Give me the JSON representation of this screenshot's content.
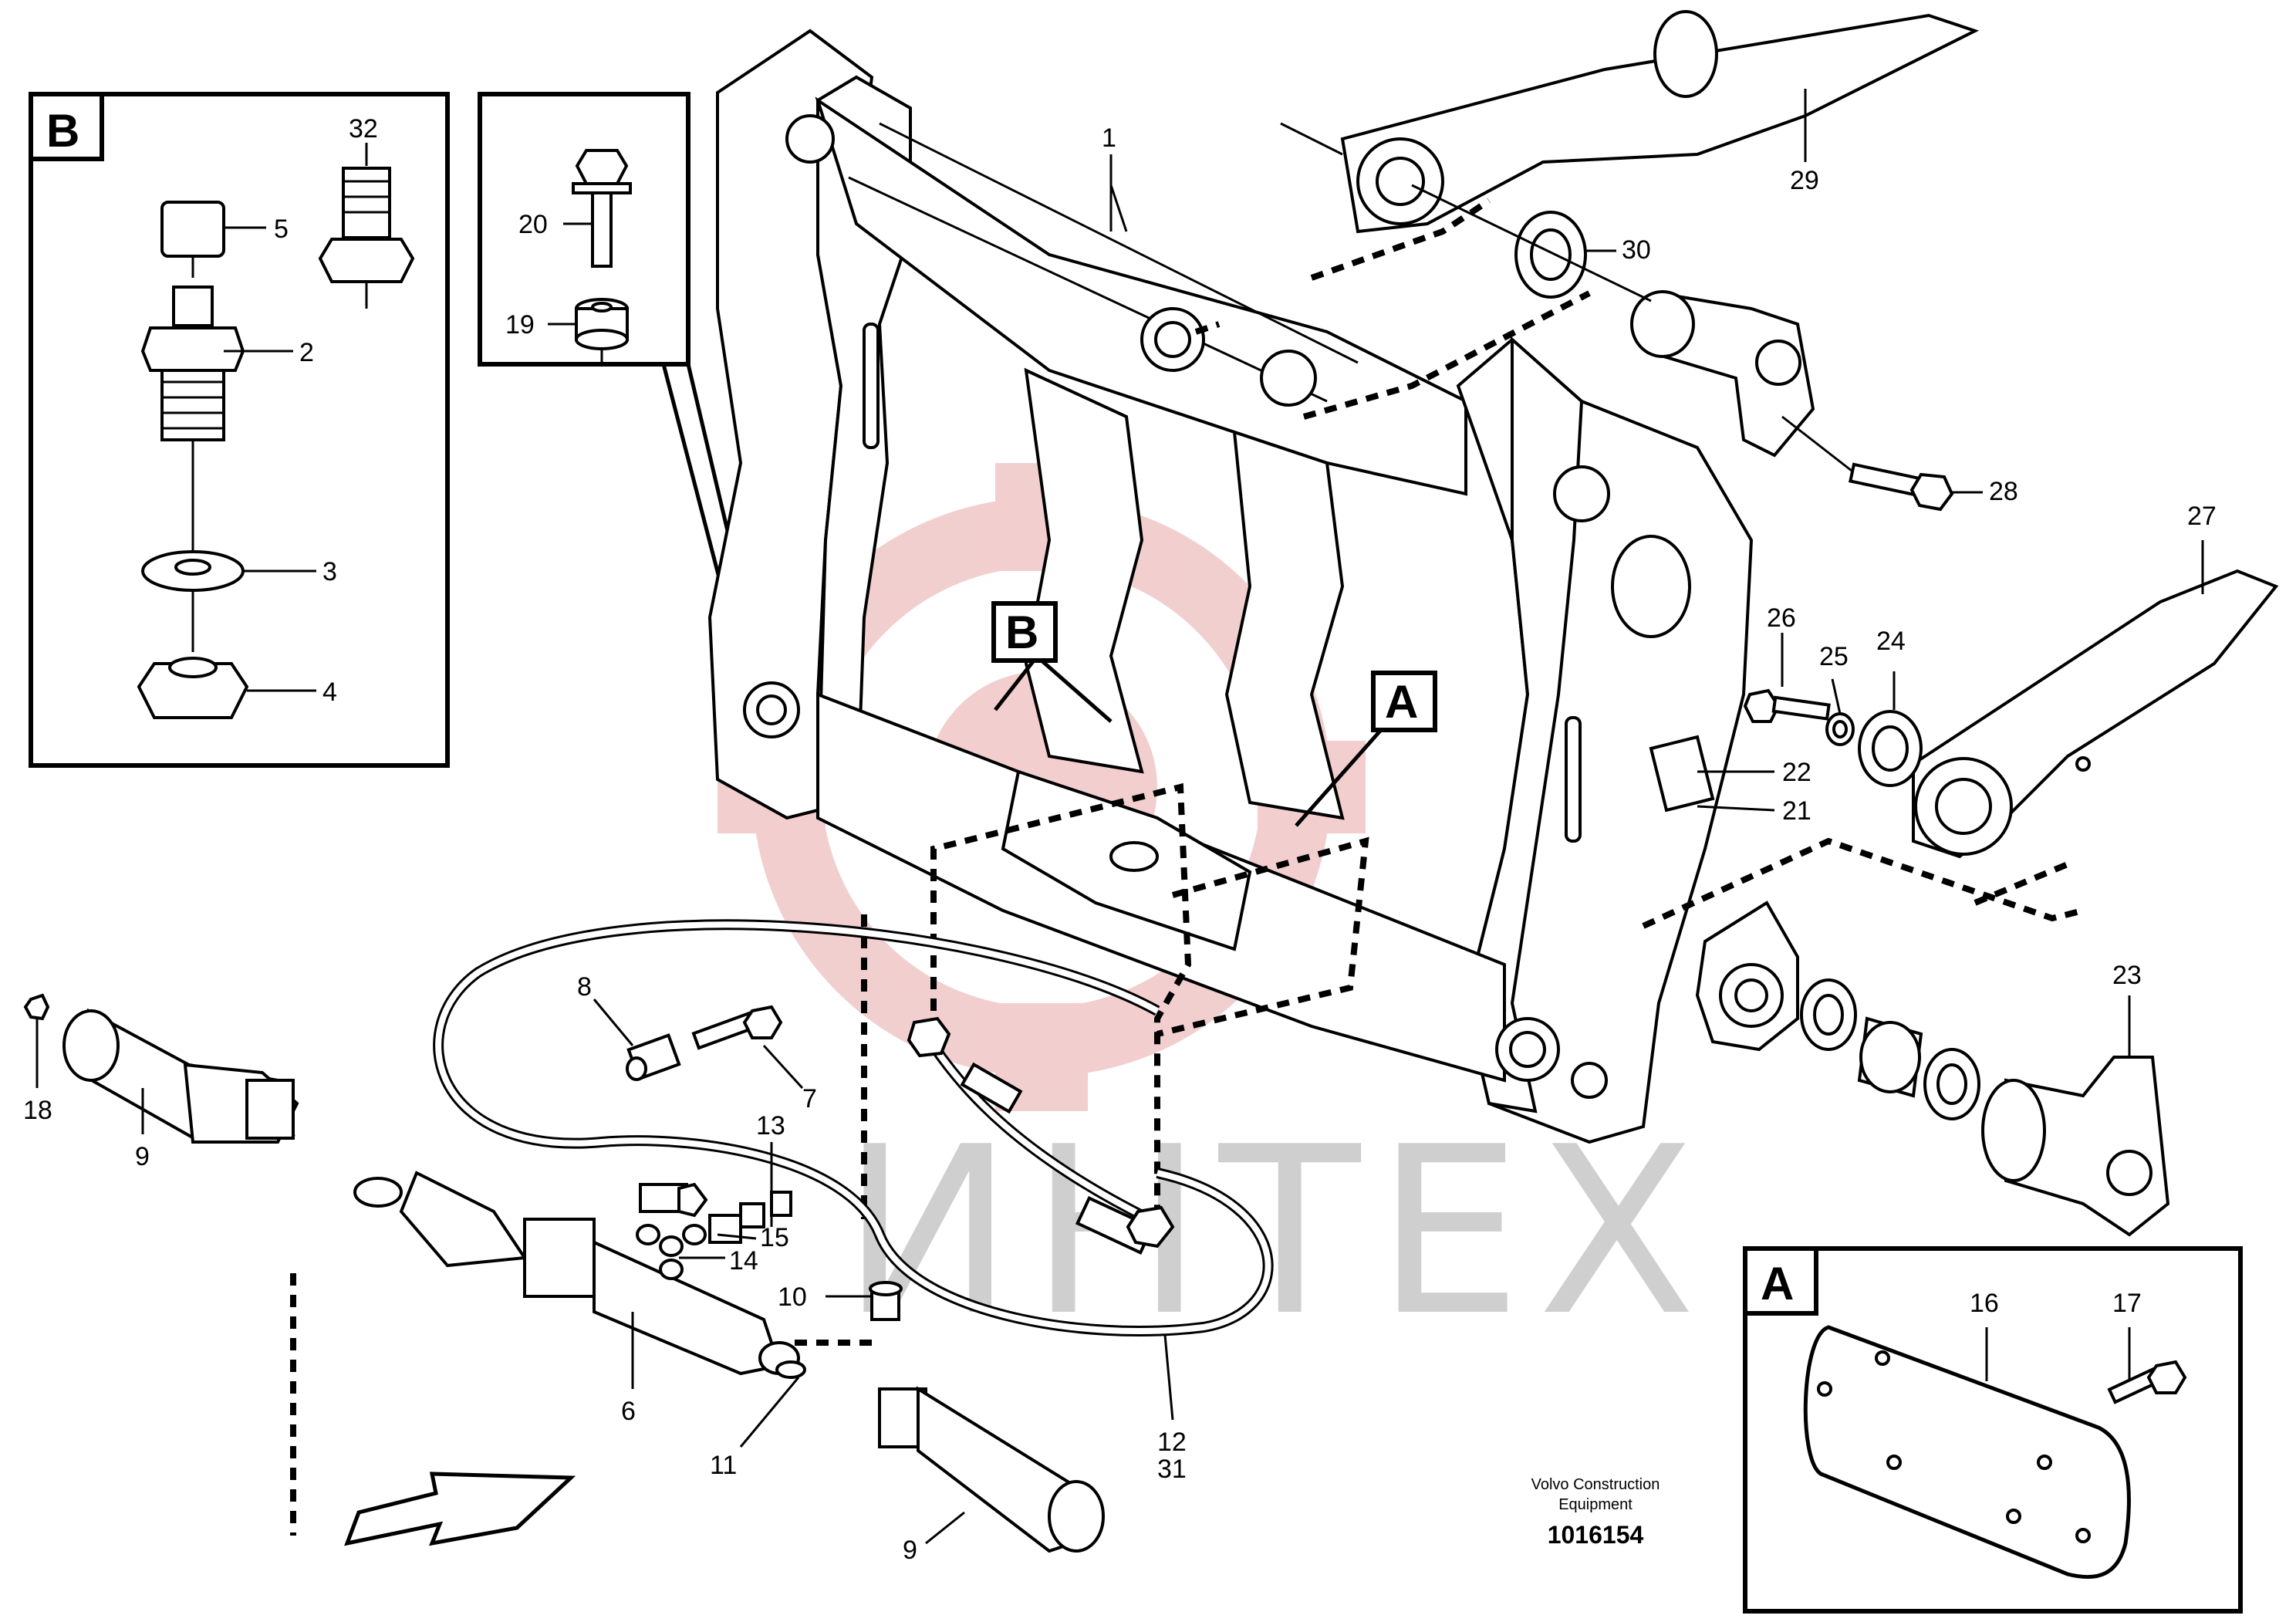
{
  "watermark": {
    "text": "ИНТЕХ",
    "color_logo": "#e8a7a7",
    "color_text": "#cfcfcf"
  },
  "insets": {
    "b": {
      "tag": "B"
    },
    "a": {
      "tag": "A"
    },
    "bolt_detail": {
      "tag": ""
    }
  },
  "callouts": {
    "b_main": "B",
    "a_main": "A"
  },
  "labels": {
    "p1": "1",
    "p2": "2",
    "p3": "3",
    "p4": "4",
    "p5": "5",
    "p6": "6",
    "p7": "7",
    "p8": "8",
    "p9a": "9",
    "p9b": "9",
    "p10": "10",
    "p11": "11",
    "p12": "12",
    "p13": "13",
    "p14": "14",
    "p15": "15",
    "p16": "16",
    "p17": "17",
    "p18": "18",
    "p19": "19",
    "p20": "20",
    "p21": "21",
    "p22": "22",
    "p23": "23",
    "p24": "24",
    "p25": "25",
    "p26": "26",
    "p27": "27",
    "p28": "28",
    "p29": "29",
    "p30": "30",
    "p31": "31",
    "p32": "32"
  },
  "credit": {
    "line1": "Volvo Construction",
    "line2": "Equipment",
    "code": "1016154"
  }
}
